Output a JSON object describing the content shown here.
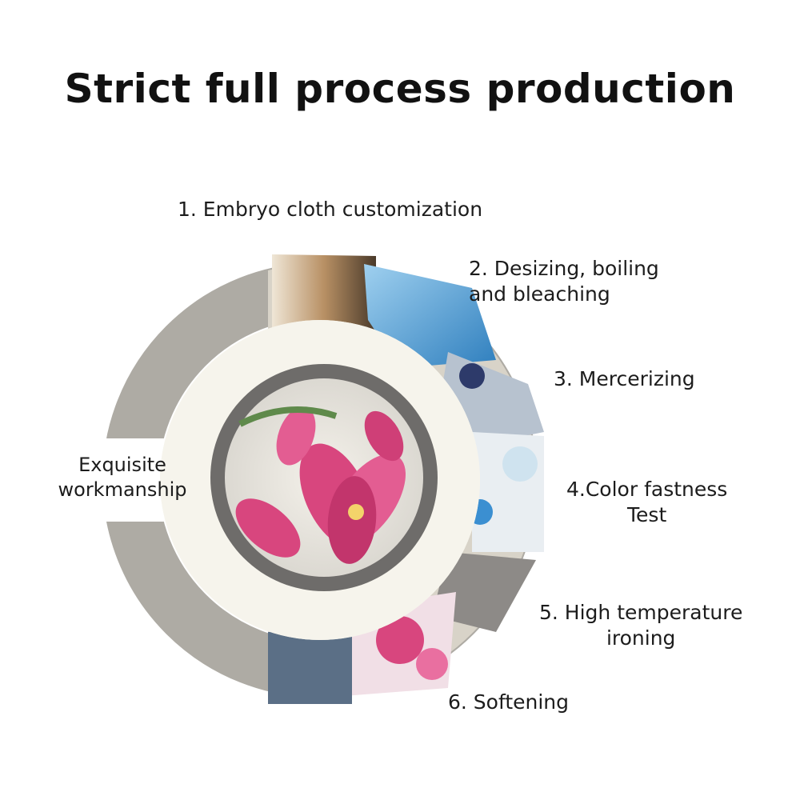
{
  "title": "Strict full process production",
  "center_label": "Exquisite\nworkmanship",
  "steps": [
    {
      "label": "1. Embryo cloth customization"
    },
    {
      "label": "2. Desizing, boiling\nand bleaching"
    },
    {
      "label": "3. Mercerizing"
    },
    {
      "label": "4.Color fastness\nTest"
    },
    {
      "label": "5. High temperature\nironing"
    },
    {
      "label": "6. Softening"
    }
  ],
  "colors": {
    "outer_ring": "#aeaba4",
    "inner_ring": "#f6f4ec",
    "core_ring": "#6e6c6a",
    "petal": "#d8467e",
    "photo_fabric": "#c9a97c",
    "photo_sky": "#5aa6d8",
    "photo_lab": "#e9eef2"
  }
}
